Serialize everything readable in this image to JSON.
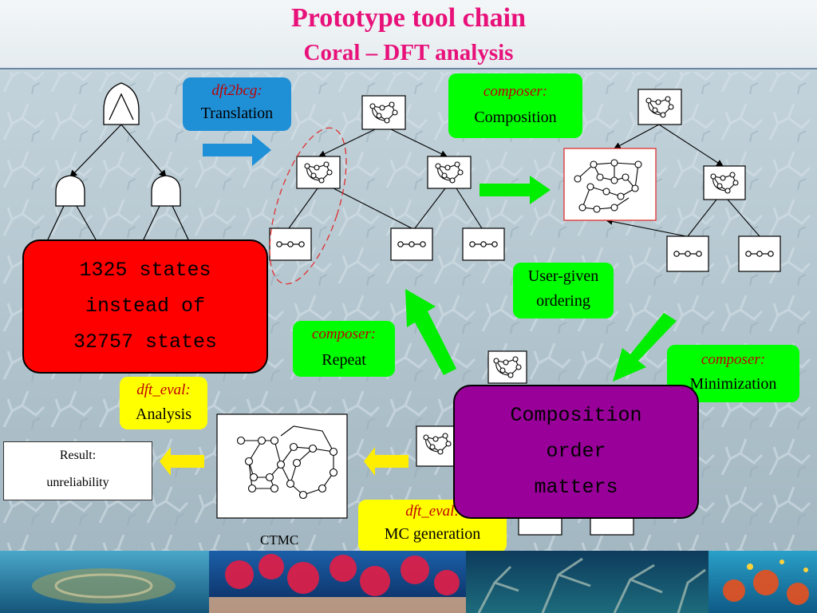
{
  "title": {
    "main": "Prototype tool chain",
    "sub": "Coral – DFT analysis"
  },
  "boxes": {
    "dft2bcg": {
      "tool": "dft2bcg:",
      "task": "Translation"
    },
    "composer_composition": {
      "tool": "composer:",
      "task": "Composition"
    },
    "user_ordering": {
      "line1": "User-given",
      "line2": "ordering"
    },
    "composer_repeat": {
      "tool": "composer:",
      "task": "Repeat"
    },
    "composer_min": {
      "tool": "composer:",
      "task": "Minimization"
    },
    "dft_eval_analysis": {
      "tool": "dft_eval:",
      "task": "Analysis"
    },
    "dft_eval_mc": {
      "tool": "dft_eval:",
      "task": "MC generation"
    }
  },
  "callouts": {
    "red": [
      "1325 states",
      "instead of",
      "32757 states"
    ],
    "purple": [
      "Composition",
      "order",
      "matters"
    ]
  },
  "result": {
    "line1": "Result:",
    "line2": "unreliability"
  },
  "ctmc_label": "CTMC",
  "colors": {
    "title": "#e8117a",
    "tool_name": "#c00000",
    "blue_box": "#1f8fd6",
    "green_box": "#00ff00",
    "yellow_box": "#ffff00",
    "red_callout": "#ff0000",
    "purple_callout": "#99009a",
    "green_arrow": "#00ee00",
    "yellow_arrow": "#ffee00",
    "blue_arrow": "#1e90d8"
  }
}
